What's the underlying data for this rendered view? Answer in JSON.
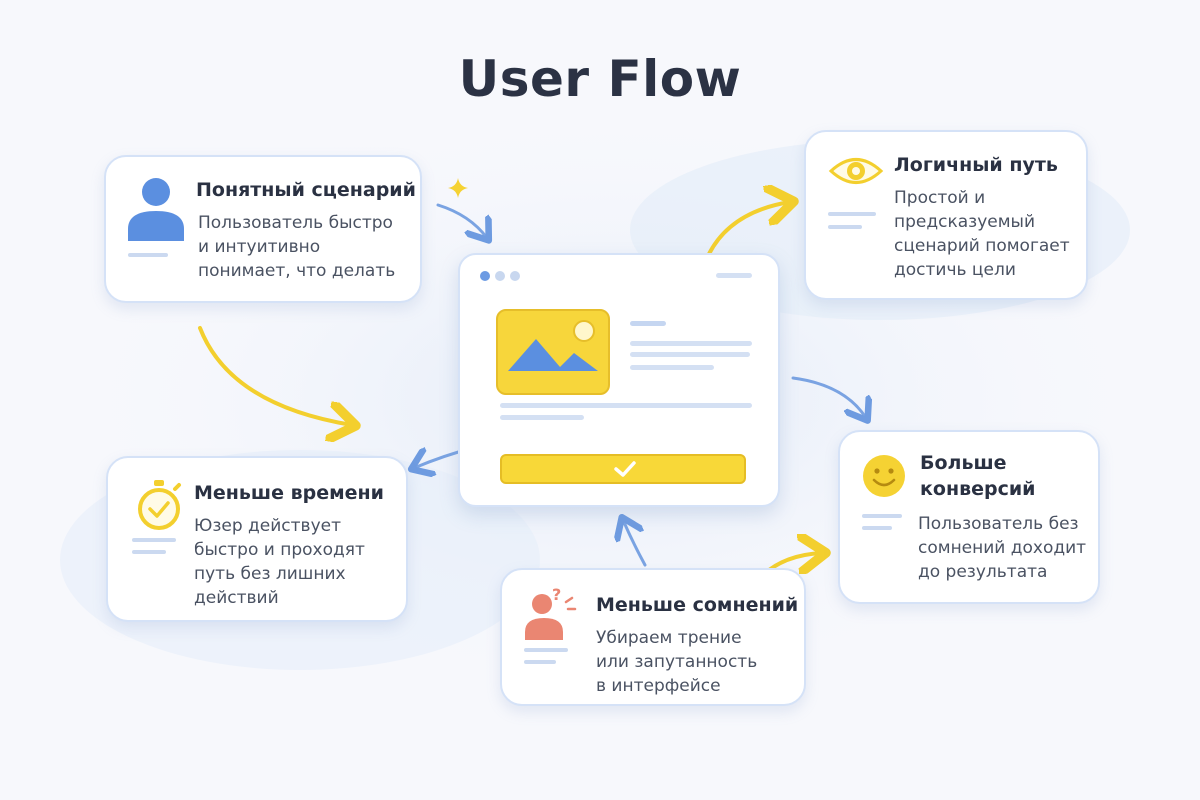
{
  "title": "User Flow",
  "cards": {
    "clear_scenario": {
      "title": "Понятный сценарий",
      "body": [
        "Пользователь быстро",
        "и интуитивно",
        "понимает, что делать"
      ]
    },
    "logical_path": {
      "title": "Логичный путь",
      "body": [
        "Простой и",
        "предсказуемый",
        "сценарий помогает",
        "достичь цели"
      ]
    },
    "less_time": {
      "title": "Меньше времени",
      "body": [
        "Юзер действует",
        "быстро и проходят",
        "путь без лишних",
        "действий"
      ]
    },
    "more_conversions": {
      "title": [
        "Больше",
        "конверсий"
      ],
      "body": [
        "Пользователь без",
        "сомнений доходит",
        "до результата"
      ]
    },
    "less_doubt": {
      "title": "Меньше сомнений",
      "body": [
        "Убираем трение",
        "или запутанность",
        "в интерфейсе"
      ]
    }
  },
  "colors": {
    "accent_yellow": "#f5d233",
    "accent_blue": "#5b8fe0",
    "doubt_red": "#ea8672",
    "card_border": "#d5e2f7"
  },
  "icons": {
    "clear_scenario": "user-icon",
    "logical_path": "eye-icon",
    "less_time": "stopwatch-icon",
    "more_conversions": "smiley-icon",
    "less_doubt": "confused-user-icon",
    "browser_image": "image-placeholder-icon",
    "cta": "checkmark-icon",
    "sparkle": "sparkle-icon"
  }
}
